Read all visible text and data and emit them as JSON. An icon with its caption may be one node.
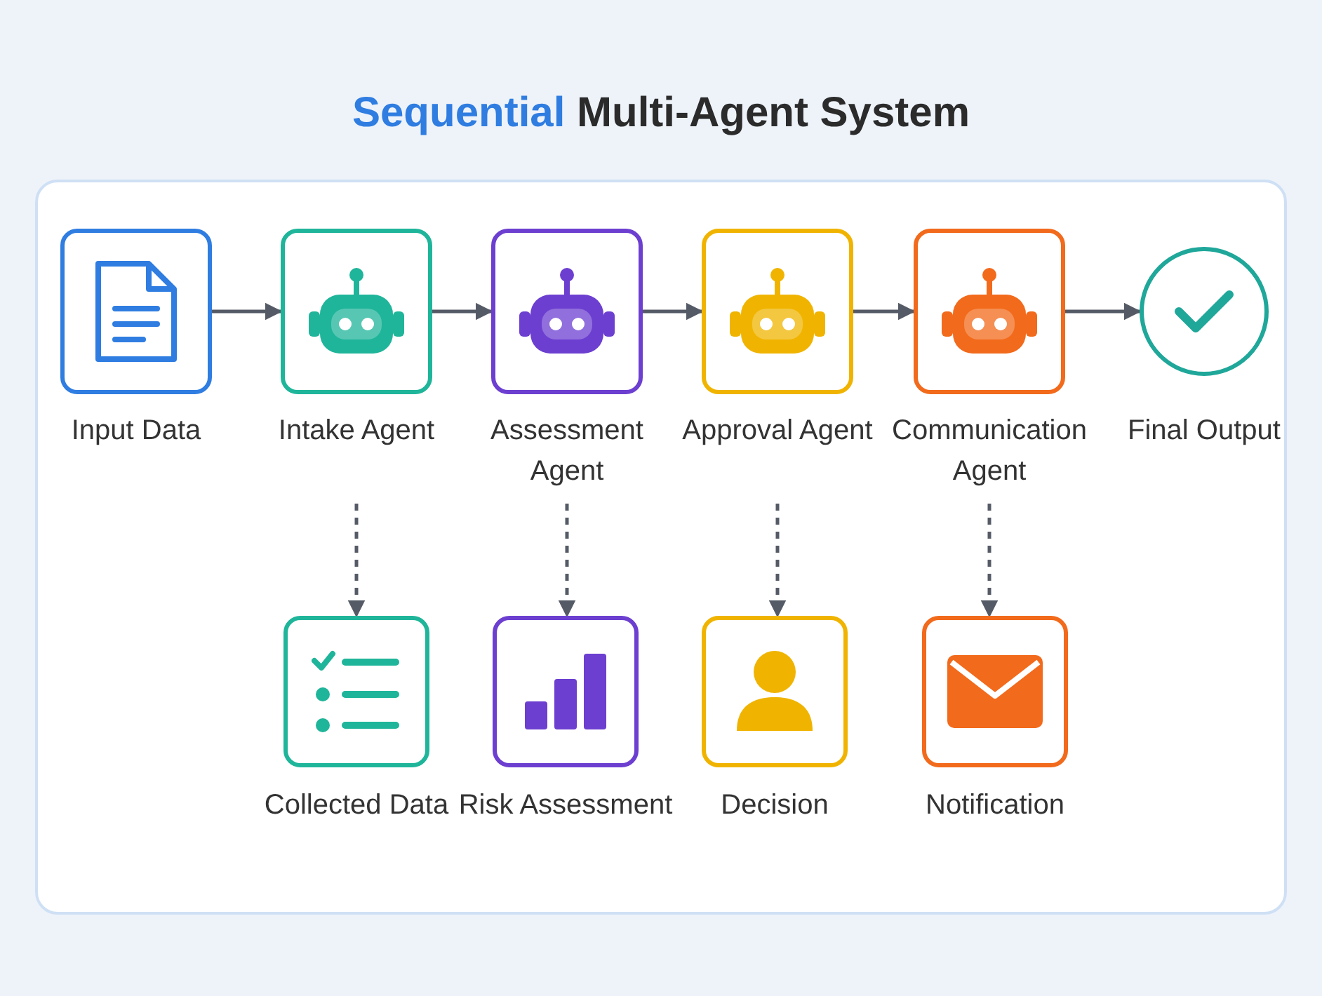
{
  "diagram": {
    "title": "Sequential Multi-Agent System",
    "nodes": [
      {
        "text": [
          "Input Data"
        ]
      },
      {
        "text": [
          "Intake Agent"
        ]
      },
      {
        "text": [
          "Assessment Agent"
        ]
      },
      {
        "text": [
          "Approval Agent"
        ]
      },
      {
        "text": [
          "Communication Agent"
        ]
      },
      {
        "text": [
          "Final Output"
        ]
      },
      {
        "text": [
          "Collected Data"
        ]
      },
      {
        "text": [
          "Risk Assessment"
        ]
      },
      {
        "text": [
          "Decision"
        ]
      },
      {
        "text": [
          "Notification"
        ]
      }
    ],
    "edges": [
      {
        "from": 0,
        "to": 1,
        "arrow": "to"
      },
      {
        "from": 1,
        "to": 2,
        "arrow": "to"
      },
      {
        "from": 2,
        "to": 3,
        "arrow": "to"
      },
      {
        "from": 3,
        "to": 4,
        "arrow": "to"
      },
      {
        "from": 4,
        "to": 5,
        "arrow": "to"
      },
      {
        "from": 1,
        "to": 6,
        "arrow": "to",
        "style": "dashed"
      },
      {
        "from": 2,
        "to": 7,
        "arrow": "to",
        "style": "dashed"
      },
      {
        "from": 3,
        "to": 8,
        "arrow": "to",
        "style": "dashed"
      },
      {
        "from": 4,
        "to": 9,
        "arrow": "to",
        "style": "dashed"
      }
    ]
  }
}
